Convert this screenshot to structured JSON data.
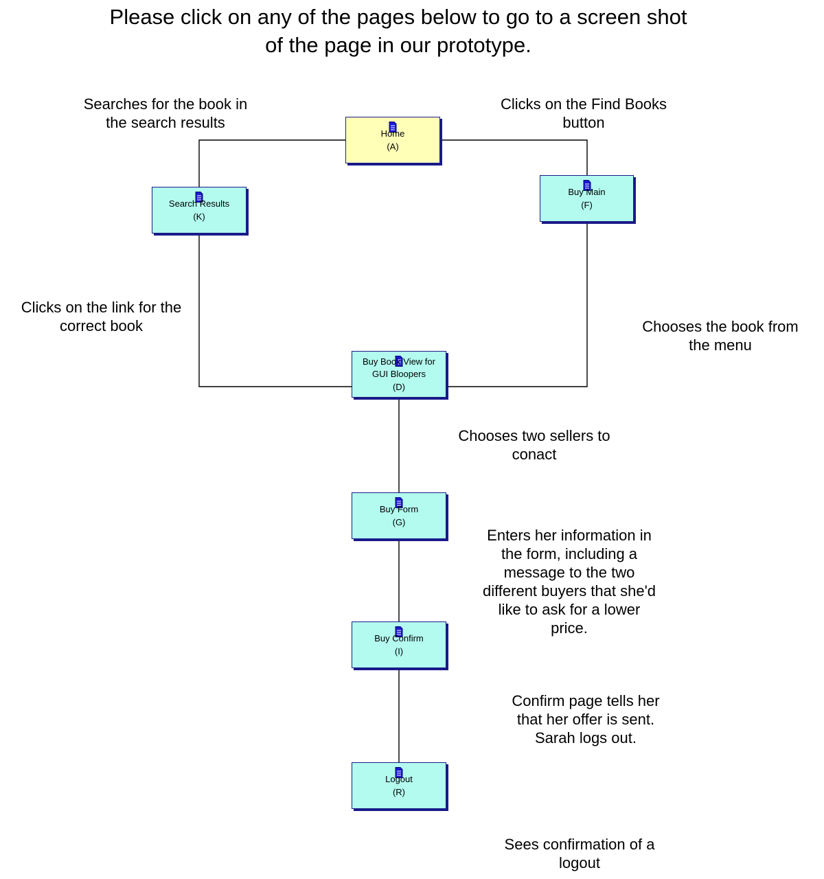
{
  "heading": {
    "line1": "Please click on any of the pages below to go to a screen shot",
    "line2": "of the page in our prototype."
  },
  "nodes": {
    "home": {
      "label": "Home",
      "code": "(A)"
    },
    "search_results": {
      "label": "Search Results",
      "code": "(K)"
    },
    "buy_main": {
      "label": "Buy Main",
      "code": "(F)"
    },
    "buy_book_view": {
      "label_line1": "Buy Book View for",
      "label_line2": "GUI Bloopers",
      "code": "(D)"
    },
    "buy_form": {
      "label": "Buy Form",
      "code": "(G)"
    },
    "buy_confirm": {
      "label": "Buy Confirm",
      "code": "(I)"
    },
    "logout": {
      "label": "Logout",
      "code": "(R)"
    }
  },
  "annotations": {
    "search_in_results": {
      "line1": "Searches for the book in",
      "line2": "the search results"
    },
    "find_books": {
      "line1": "Clicks on the Find Books",
      "line2": "button"
    },
    "clicks_link": {
      "line1": "Clicks on the link for the",
      "line2": "correct book"
    },
    "chooses_book": {
      "line1": "Chooses the book from",
      "line2": "the menu"
    },
    "two_sellers": {
      "line1": "Chooses two sellers to",
      "line2": "conact"
    },
    "enters_info": {
      "line1": "Enters her information in",
      "line2": "the form, including a",
      "line3": "message to the two",
      "line4": "different buyers that she'd",
      "line5": "like to ask for a lower",
      "line6": "price."
    },
    "confirm_page": {
      "line1": "Confirm page tells her",
      "line2": "that her offer is sent.",
      "line3": "Sarah logs out."
    },
    "sees_logout": {
      "line1": "Sees confirmation of a",
      "line2": "logout"
    }
  },
  "colors": {
    "node_fill": "#b3fbef",
    "home_fill": "#ffffb8",
    "node_border": "#1a1a8a",
    "connector": "#000000",
    "icon": "#1a1ad0"
  },
  "icons": {
    "page": "document-icon"
  }
}
